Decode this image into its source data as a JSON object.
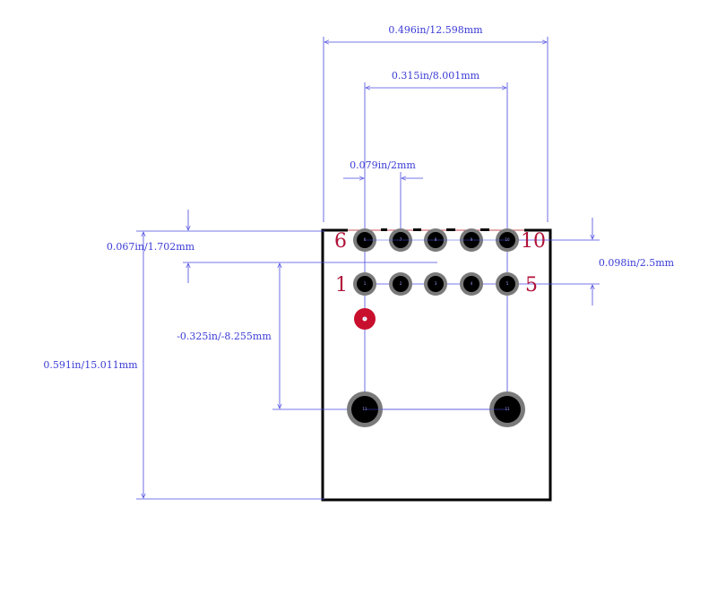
{
  "dimensions": {
    "overall_width": "0.496in/12.598mm",
    "row_span": "0.315in/8.001mm",
    "pitch": "0.079in/2mm",
    "top_offset": "0.067in/1.702mm",
    "row_spacing": "0.098in/2.5mm",
    "mount_offset": "-0.325in/-8.255mm",
    "overall_height": "0.591in/15.011mm"
  },
  "pin_labels": {
    "pin6": "6",
    "pin10": "10",
    "pin1": "1",
    "pin5": "5"
  },
  "pads": {
    "top_row": [
      "6",
      "7",
      "8",
      "9",
      "10"
    ],
    "bottom_row": [
      "1",
      "2",
      "3",
      "4",
      "5"
    ],
    "marker": "0",
    "mount": [
      "11",
      "11"
    ]
  },
  "colors": {
    "dimension": "#4a4ae0",
    "outline": "#000000",
    "silk": "#c8505a",
    "pad_ring": "#7a7a7a",
    "pad_core": "#000000",
    "marker": "#c8102e",
    "pin_label": "#b01238"
  }
}
